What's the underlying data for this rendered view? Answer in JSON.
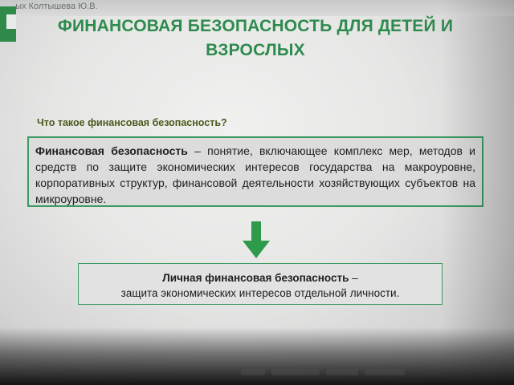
{
  "presenter": "...ых Колтышева Ю.В.",
  "title_line1": "ФИНАНСОВАЯ БЕЗОПАСНОСТЬ ДЛЯ ДЕТЕЙ И",
  "title_line2": "ВЗРОСЛЫХ",
  "question": "Что такое финансовая безопасность?",
  "definition": {
    "term": "Финансовая безопасность",
    "text": " – понятие, включающее комплекс мер, методов и средств по защите экономических интересов государства на макроуровне, корпоративных структур, финансовой деятельности хозяйствующих субъектов на микроуровне."
  },
  "personal": {
    "term": "Личная финансовая безопасность",
    "dash": " –",
    "text": "защита экономических интересов отдельной личности."
  },
  "colors": {
    "accent": "#2e8b4e",
    "box_border": "#3c9a62",
    "question": "#4a5a1c",
    "arrow": "#2f9a4c"
  },
  "icons": {
    "arrow": "down-arrow-icon",
    "logo": "corner-logo-icon"
  }
}
